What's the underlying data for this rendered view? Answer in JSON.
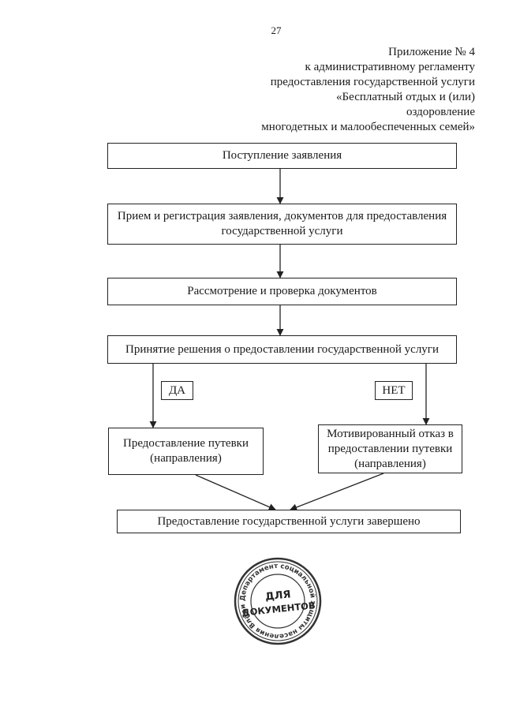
{
  "page": {
    "number": "27"
  },
  "header": {
    "line1": "Приложение № 4",
    "line2": "к административному регламенту",
    "line3": "предоставления государственной услуги",
    "line4": "«Бесплатный  отдых и (или)",
    "line5": "оздоровление",
    "line6": "многодетных и малообеспеченных семей»"
  },
  "flowchart": {
    "step1": "Поступление заявления",
    "step2": "Прием и регистрация заявления, документов для предоставления государственной услуги",
    "step3": "Рассмотрение и проверка документов",
    "step4": "Принятие решения о предоставлении государственной услуги",
    "branch_yes": "ДА",
    "branch_no": "НЕТ",
    "result_yes": "Предоставление путевки (направления)",
    "result_no": "Мотивированный отказ в предоставлении путевки (направления)",
    "final": "Предоставление государственной услуги завершено"
  },
  "stamp": {
    "center_line1": "ДЛЯ",
    "center_line2": "ДОКУМЕНТОВ",
    "ring_text": "Департамент социальной защиты населения Владимирской области"
  }
}
